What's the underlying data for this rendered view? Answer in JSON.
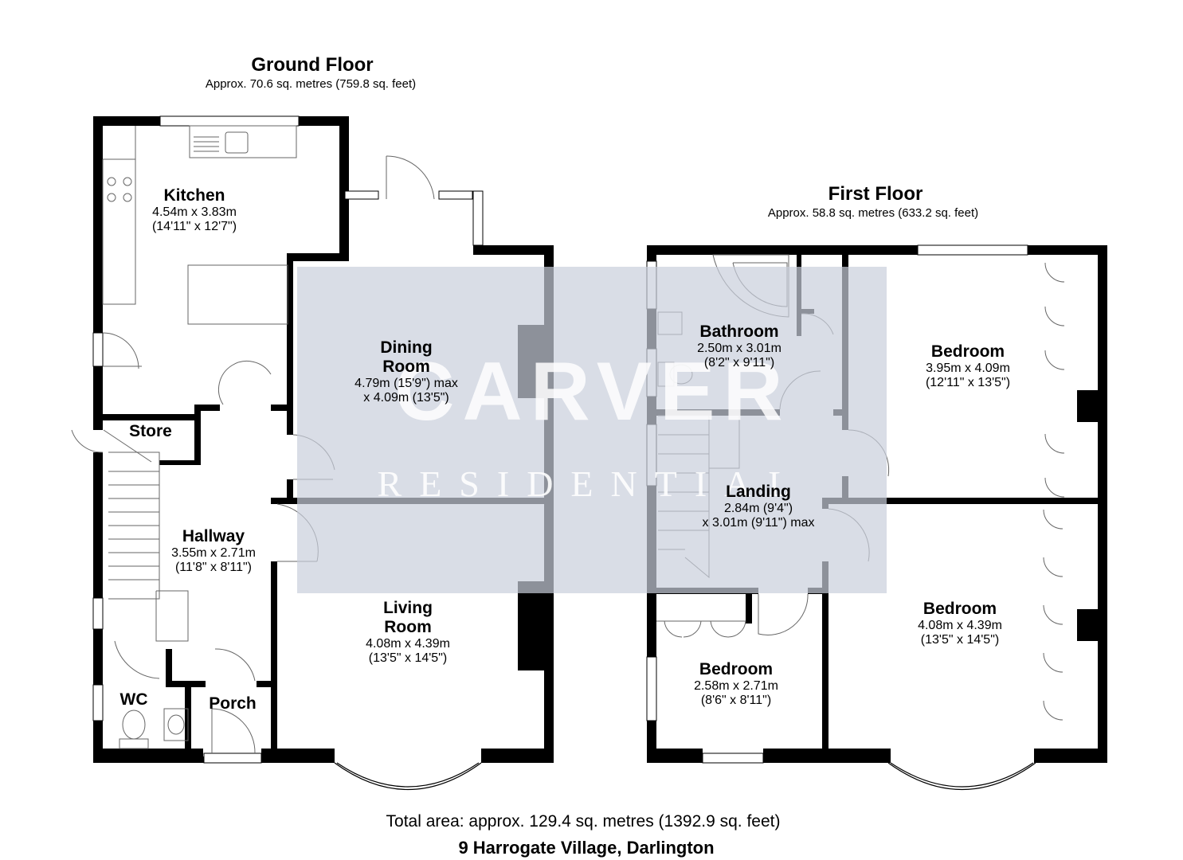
{
  "ground_floor": {
    "title": "Ground Floor",
    "area": "Approx. 70.6 sq. metres (759.8 sq. feet)",
    "rooms": {
      "kitchen": {
        "name": "Kitchen",
        "dim1": "4.54m x 3.83m",
        "dim2": "(14'11\" x 12'7\")"
      },
      "dining": {
        "name1": "Dining",
        "name2": "Room",
        "dim1": "4.79m (15'9\") max",
        "dim2": "x 4.09m (13'5\")"
      },
      "store": {
        "name": "Store"
      },
      "hallway": {
        "name": "Hallway",
        "dim1": "3.55m x 2.71m",
        "dim2": "(11'8\" x 8'11\")"
      },
      "living": {
        "name1": "Living",
        "name2": "Room",
        "dim1": "4.08m x 4.39m",
        "dim2": "(13'5\" x 14'5\")"
      },
      "wc": {
        "name": "WC"
      },
      "porch": {
        "name": "Porch"
      }
    }
  },
  "first_floor": {
    "title": "First Floor",
    "area": "Approx. 58.8 sq. metres (633.2 sq. feet)",
    "rooms": {
      "bathroom": {
        "name": "Bathroom",
        "dim1": "2.50m x 3.01m",
        "dim2": "(8'2\" x 9'11\")"
      },
      "bedroom1": {
        "name": "Bedroom",
        "dim1": "3.95m x 4.09m",
        "dim2": "(12'11\" x 13'5\")"
      },
      "landing": {
        "name": "Landing",
        "dim1": "2.84m (9'4\")",
        "dim2": "x 3.01m (9'11\") max"
      },
      "bedroom2": {
        "name": "Bedroom",
        "dim1": "4.08m x 4.39m",
        "dim2": "(13'5\" x 14'5\")"
      },
      "bedroom3": {
        "name": "Bedroom",
        "dim1": "2.58m x 2.71m",
        "dim2": "(8'6\" x 8'11\")"
      }
    }
  },
  "watermark": {
    "name": "CARVER",
    "sub": "RESIDENTIAL"
  },
  "total_area": "Total area: approx. 129.4 sq. metres (1392.9 sq. feet)",
  "address": "9 Harrogate Village, Darlington",
  "colors": {
    "wall": "#000000",
    "fixture": "#666666",
    "watermark_panel": "#c9cfdc"
  }
}
